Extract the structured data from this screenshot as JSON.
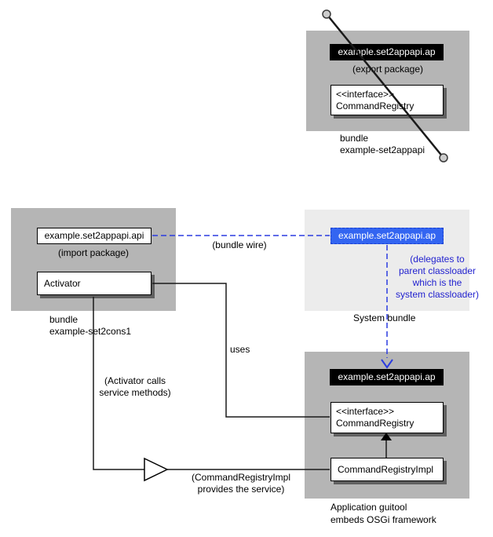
{
  "diagram": {
    "export_bundle": {
      "package_label": "example.set2appapi.ap",
      "package_note": "(export package)",
      "interface_stereotype": "<<interface>>",
      "interface_name": "CommandRegistry",
      "caption_lines": [
        "bundle",
        "example-set2appapi"
      ]
    },
    "consumer_bundle": {
      "package_label": "example.set2appapi.api",
      "package_note": "(import package)",
      "activator_label": "Activator",
      "caption_lines": [
        "bundle",
        "example-set2cons1"
      ]
    },
    "system_bundle": {
      "package_label": "example.set2appapi.ap",
      "note_lines": [
        "(delegates to",
        "parent classloader",
        "which is the",
        "system classloader)"
      ],
      "caption": "System bundle"
    },
    "application": {
      "package_label": "example.set2appapi.ap",
      "interface_stereotype": "<<interface>>",
      "interface_name": "CommandRegistry",
      "impl_label": "CommandRegistryImpl",
      "caption_lines": [
        "Application guitool",
        "embeds OSGi framework"
      ]
    },
    "connections": {
      "bundle_wire_label": "(bundle wire)",
      "uses_label": "uses",
      "activator_calls_lines": [
        "(Activator calls",
        "service methods)"
      ],
      "provides_lines": [
        "(CommandRegistryImpl",
        "provides the service)"
      ]
    }
  },
  "colors": {
    "panel_gray": "#b5b5b5",
    "panel_light": "#ececec",
    "package_label_bg": "#000000",
    "package_label_text": "#ffffff",
    "wire_blue": "#2b3ce0",
    "blue_box_fill": "#3365f1",
    "blue_box_border": "#1a3fd0",
    "blue_text": "#2222cf",
    "line_black": "#1a1a1a",
    "shadow": "#606060",
    "endpoint_fill": "#cccccc"
  }
}
